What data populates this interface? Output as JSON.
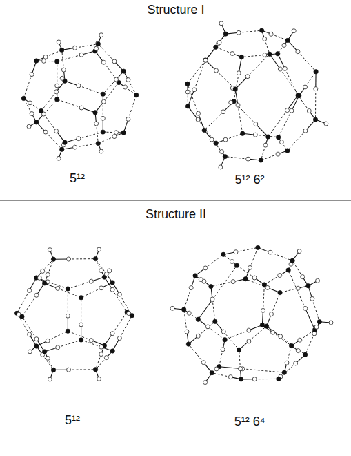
{
  "diagram": {
    "labels": [
      "Structure I",
      "5¹²",
      "5¹² 6²",
      "Structure II",
      "5¹²",
      "5¹² 6⁴"
    ]
  }
}
